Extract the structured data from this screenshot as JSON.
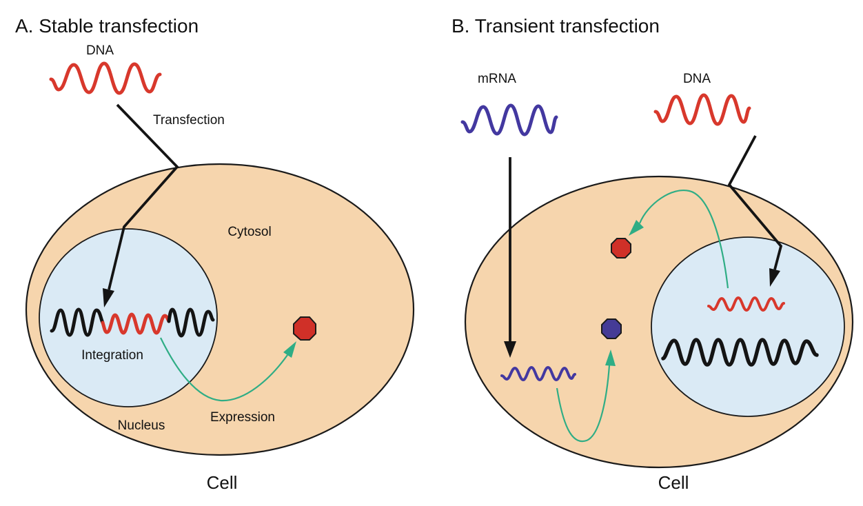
{
  "figure": {
    "panel_a": {
      "title": "A. Stable transfection",
      "dna_label": "DNA",
      "transfection_label": "Transfection",
      "cytosol_label": "Cytosol",
      "integration_label": "Integration",
      "nucleus_label": "Nucleus",
      "expression_label": "Expression",
      "cell_label": "Cell"
    },
    "panel_b": {
      "title": "B. Transient transfection",
      "mrna_label": "mRNA",
      "dna_label": "DNA",
      "cell_label": "Cell"
    }
  },
  "colors": {
    "background": "#ffffff",
    "cell_fill": "#f6d5ad",
    "nucleus_fill": "#daeaf5",
    "outline": "#1a1a1a",
    "genome_black": "#141414",
    "dna_red": "#d8382c",
    "mrna_purple": "#4338a0",
    "protein_red": "#d03028",
    "protein_purple": "#453b96",
    "expression_green": "#2fad85"
  }
}
